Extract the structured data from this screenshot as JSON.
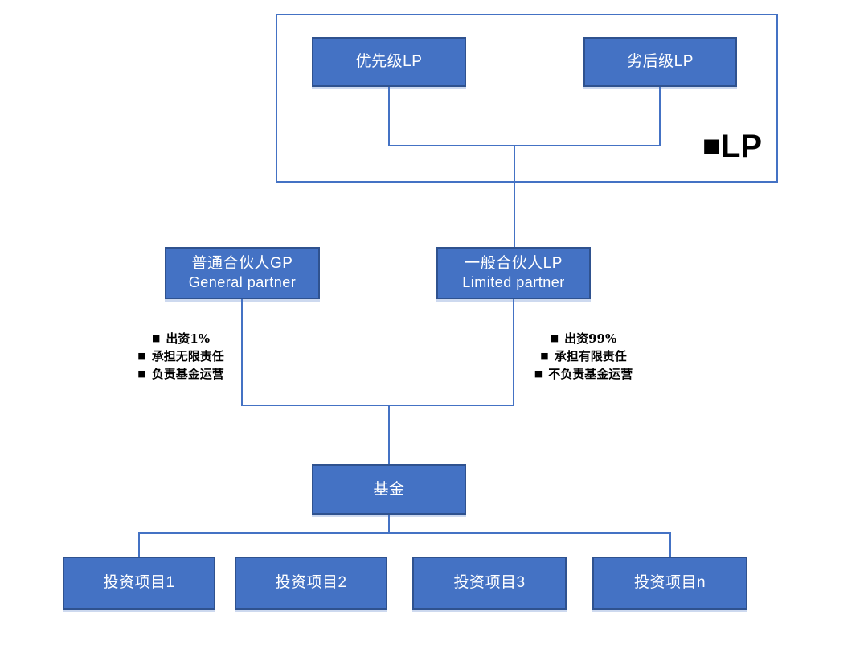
{
  "glyphs": {
    "bullet_square": "■"
  },
  "legend": {
    "square": "■",
    "label": "LP"
  },
  "top_group": {
    "senior_lp": "优先级LP",
    "junior_lp": "劣后级LP"
  },
  "partners": {
    "gp": {
      "line1": "普通合伙人GP",
      "line2": "General partner"
    },
    "lp": {
      "line1": "一般合伙人LP",
      "line2": "Limited partner"
    }
  },
  "gp_terms": [
    "出资1%",
    "承担无限责任",
    "负责基金运营"
  ],
  "lp_terms": [
    "出资99%",
    "承担有限责任",
    "不负责基金运营"
  ],
  "fund": {
    "label": "基金"
  },
  "projects": [
    "投资项目1",
    "投资项目2",
    "投资项目3",
    "投资项目n"
  ],
  "colors": {
    "box_fill": "#4472C4",
    "box_border": "#2F528F",
    "connector": "#4472C4",
    "box_text": "#FFFFFF",
    "annotation_text": "#000000"
  }
}
